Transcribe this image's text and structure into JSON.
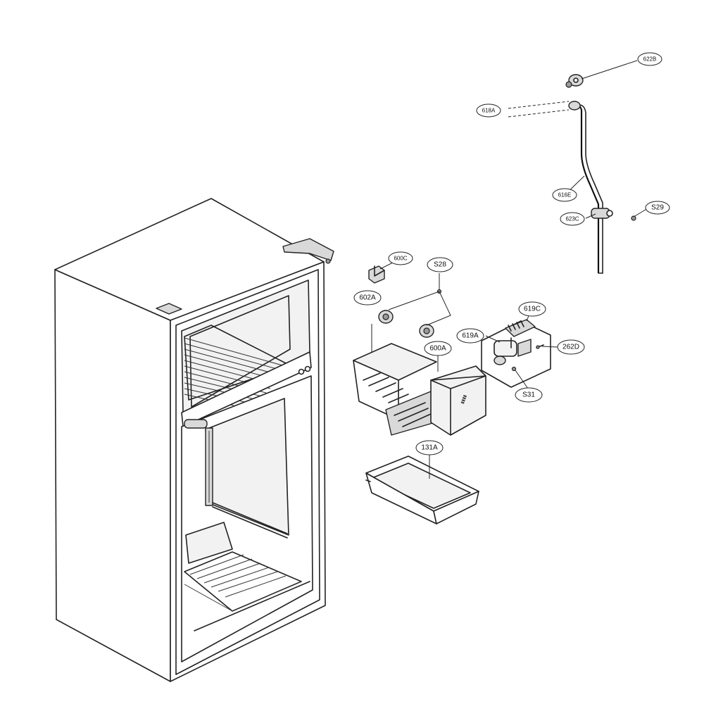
{
  "callouts": {
    "c622B": "622B",
    "c618A": "618A",
    "c616E": "616E",
    "cS29": "S29",
    "c623C": "623C",
    "c600C": "600C",
    "cS28": "S28",
    "c602A": "602A",
    "c619C": "619C",
    "c619A": "619A",
    "c600A": "600A",
    "c262D": "262D",
    "cS31": "S31",
    "c131A": "131A"
  }
}
